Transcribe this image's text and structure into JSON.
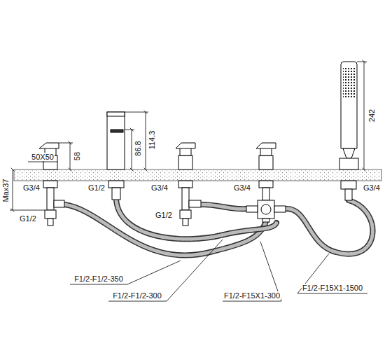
{
  "diagram": {
    "labels": [
      "50X50",
      "58",
      "86.8",
      "114.3",
      "242",
      "Max37",
      "G3/4",
      "G1/2",
      "G3/4",
      "G3/4",
      "G3/4",
      "G1/2",
      "G1/2",
      "F1/2-F1/2-350",
      "F1/2-F1/2-300",
      "F1/2-F15X1-300",
      "F1/2-F15X1-1500"
    ]
  }
}
